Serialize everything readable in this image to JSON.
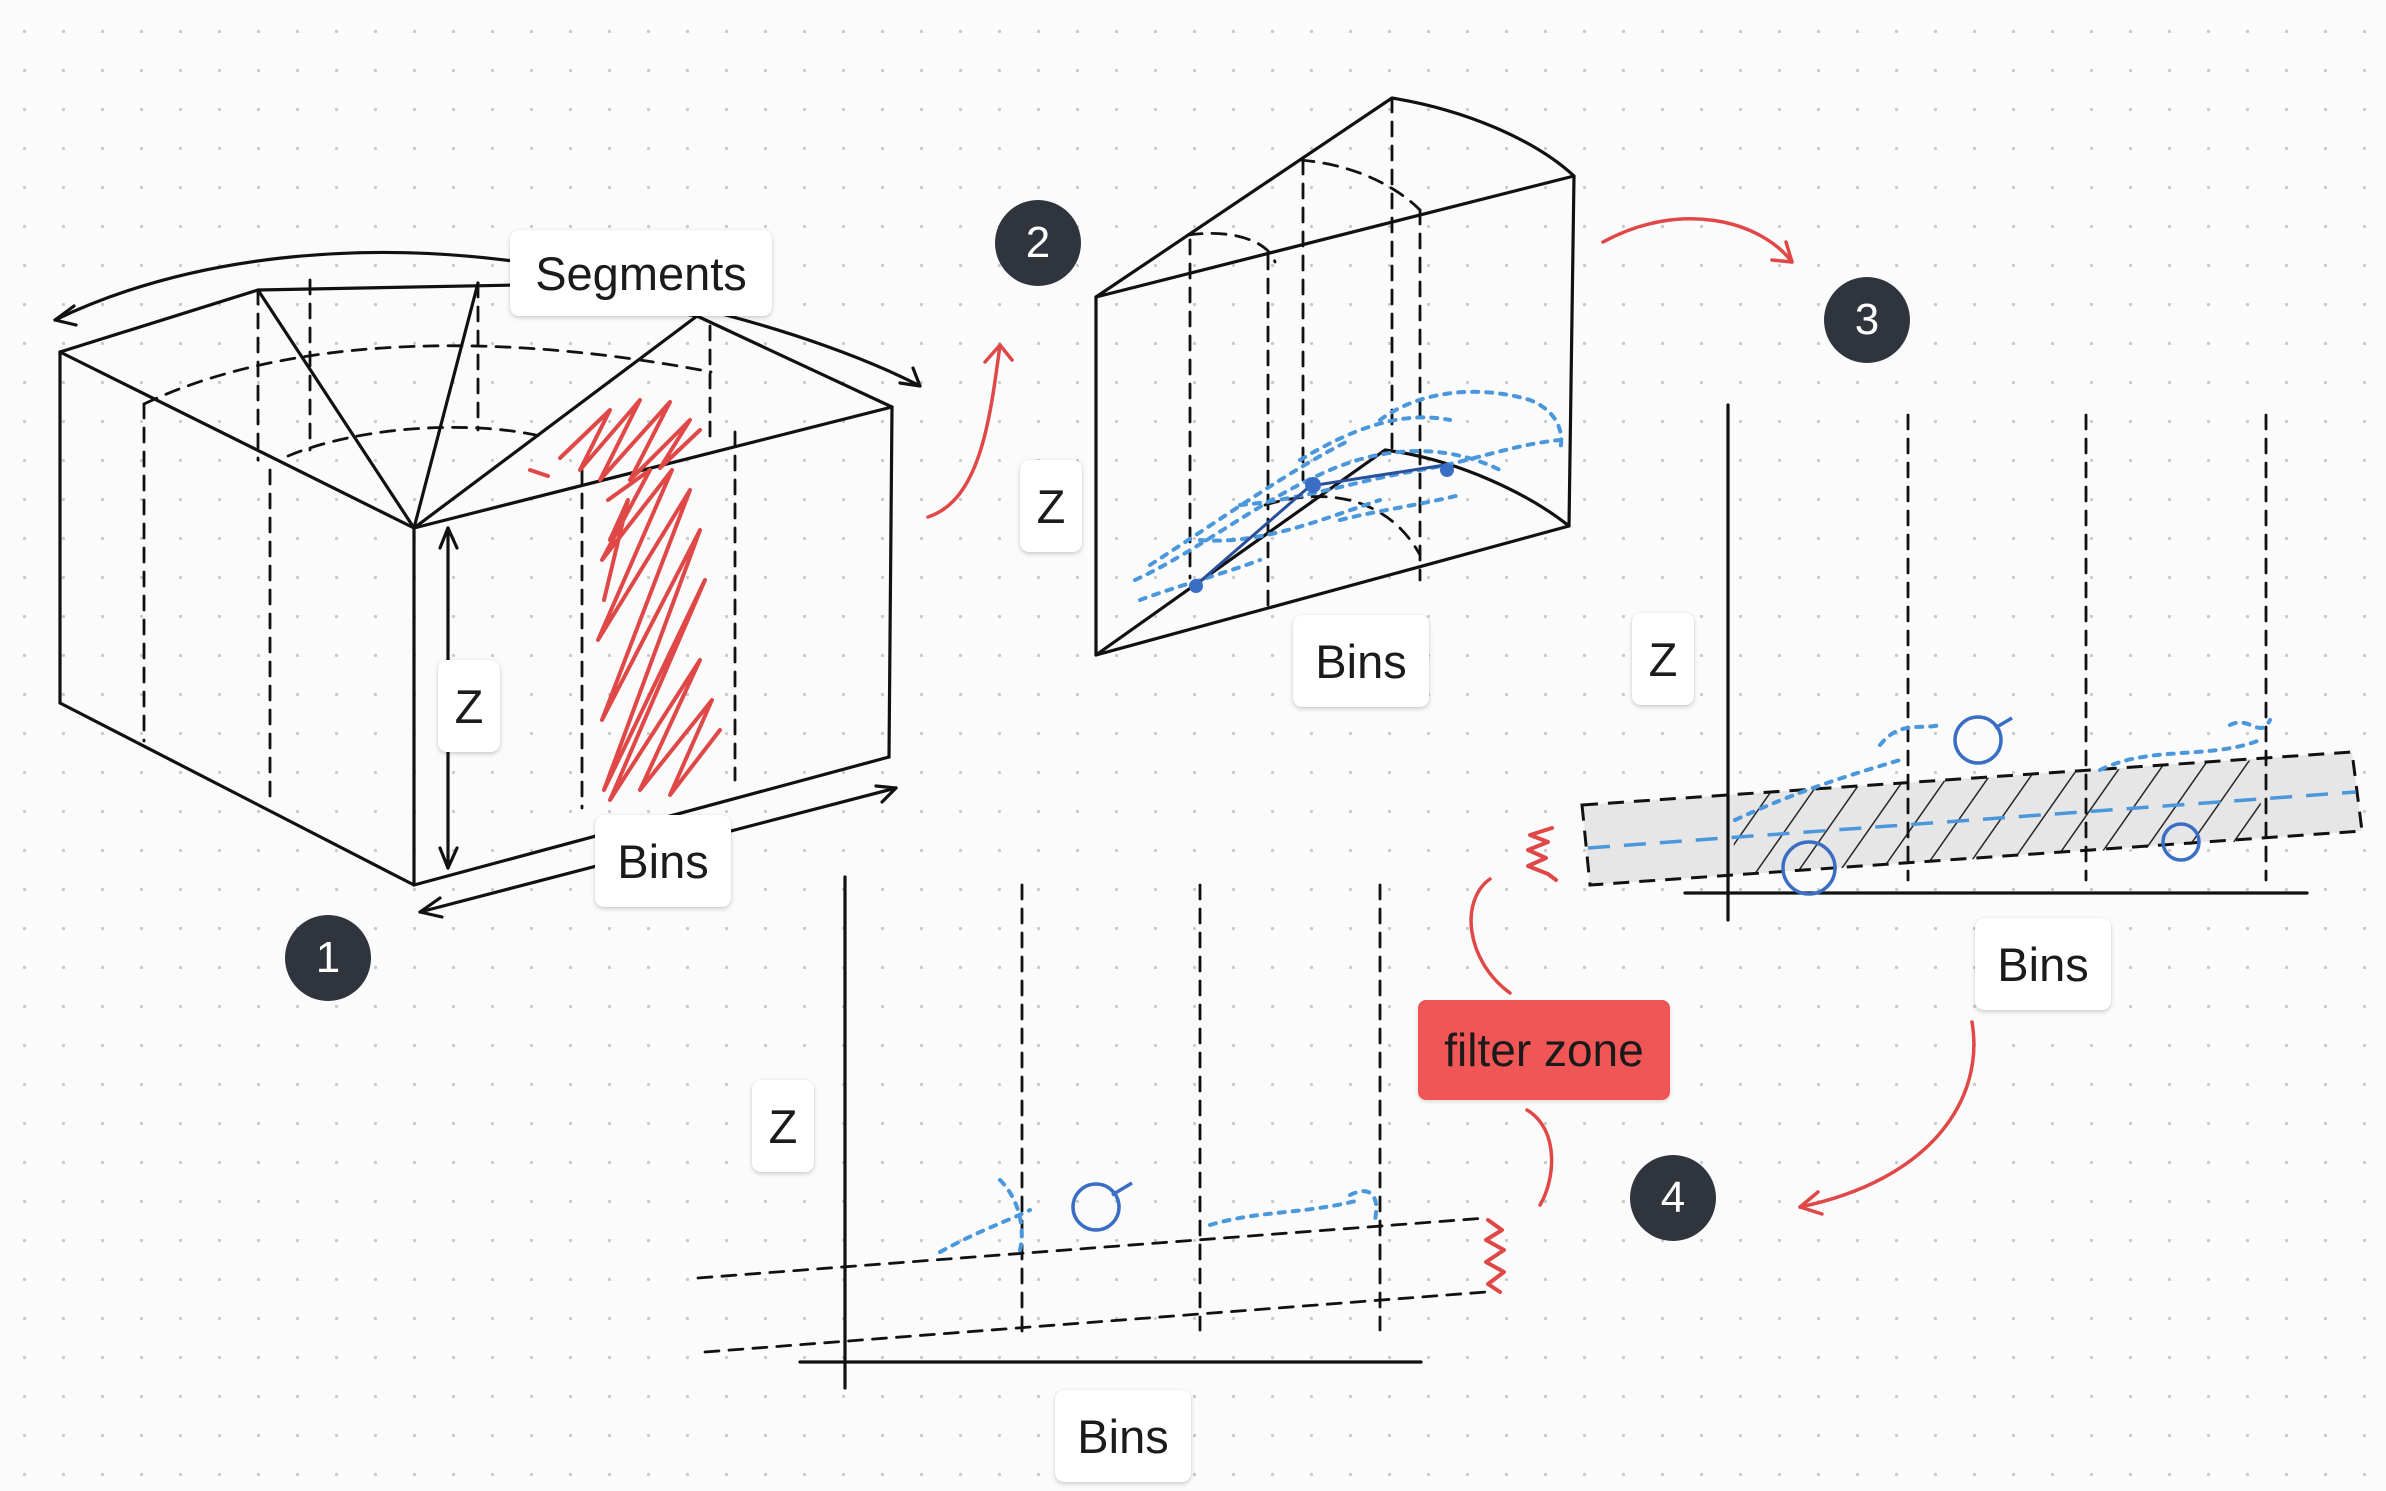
{
  "labels": {
    "segments": "Segments",
    "z": "Z",
    "bins": "Bins"
  },
  "steps": [
    "1",
    "2",
    "3",
    "4"
  ],
  "callout": {
    "filter_zone": "filter zone"
  },
  "colors": {
    "ink": "#111111",
    "red_accent": "#e04848",
    "blue_points": "#4a97dc",
    "dark_blue": "#3a6ec4",
    "badge": "#2f343d",
    "callout_bg": "#f05656",
    "filter_band": "#e6e6e6"
  }
}
